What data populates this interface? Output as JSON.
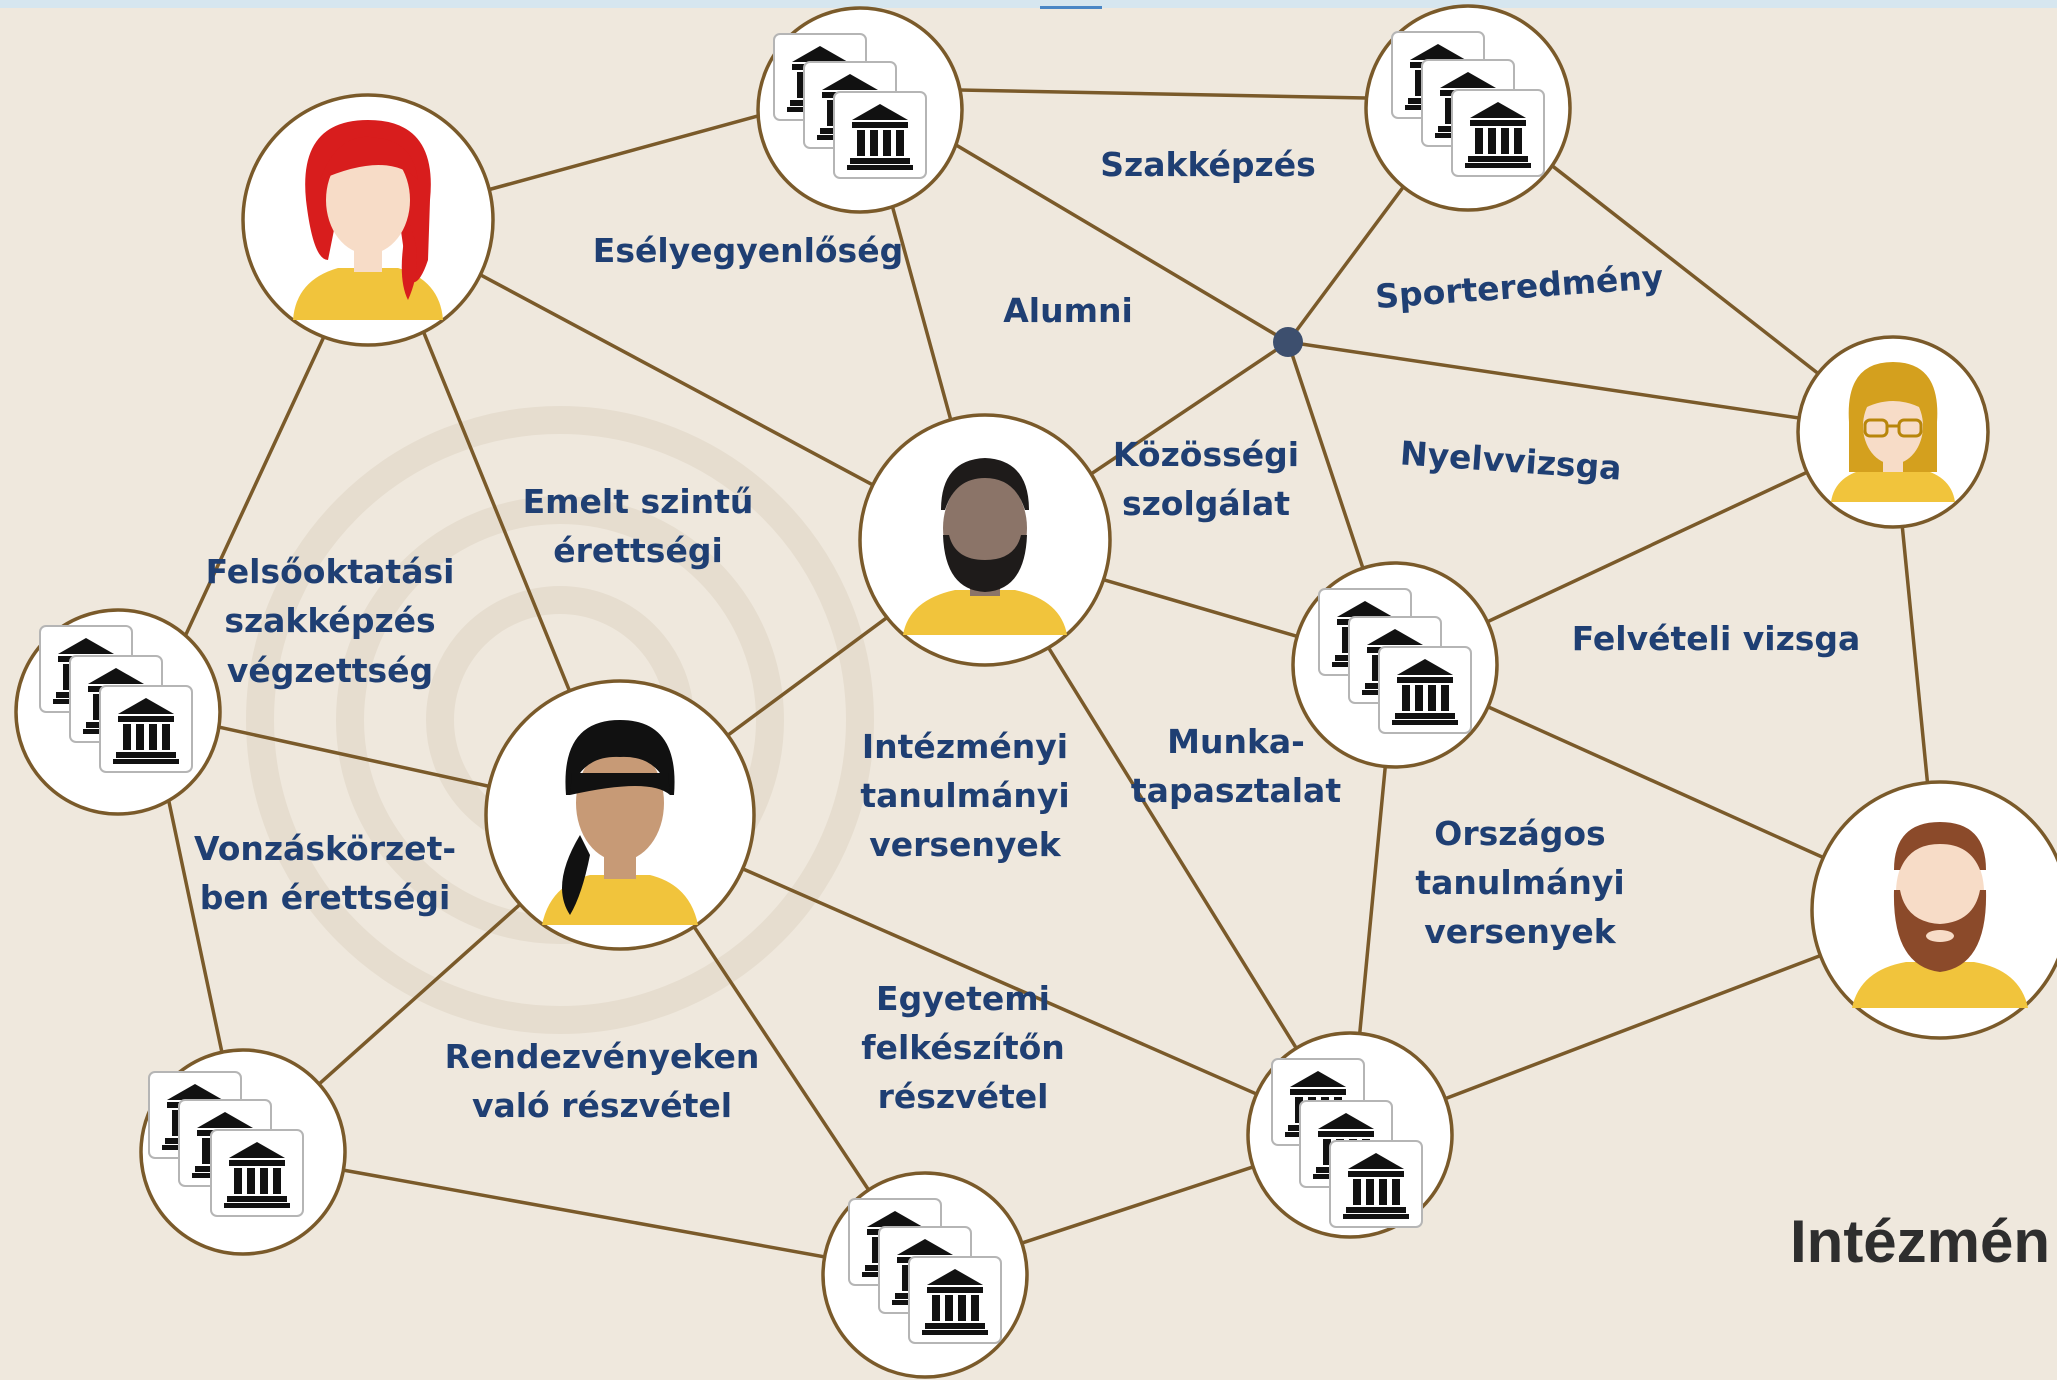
{
  "colors": {
    "background": "#efe8dd",
    "edge": "#7a5a2a",
    "node_border": "#7a5a2a",
    "node_fill": "#ffffff",
    "label": "#1f3f73",
    "hub_dot": "#3d4f6e",
    "shirt": "#f1c43c"
  },
  "labels": {
    "eselyegyenloseg": "Esélyegyenlőség",
    "szakkepzes": "Szakképzés",
    "alumni": "Alumni",
    "sporteredmeny": "Sporteredmény",
    "kozossegi_1": "Közösségi",
    "kozossegi_2": "szolgálat",
    "nyelvvizsga": "Nyelvvizsga",
    "emelt_1": "Emelt szintű",
    "emelt_2": "érettségi",
    "felsooktatasi_1": "Felsőoktatási",
    "felsooktatasi_2": "szakképzés",
    "felsooktatasi_3": "végzettség",
    "felveteli": "Felvételi vizsga",
    "intezmenyi_1": "Intézményi",
    "intezmenyi_2": "tanulmányi",
    "intezmenyi_3": "versenyek",
    "munka_1": "Munka-",
    "munka_2": "tapasztalat",
    "vonzaskorzet_1": "Vonzáskörzet-",
    "vonzaskorzet_2": "ben érettségi",
    "orszagos_1": "Országos",
    "orszagos_2": "tanulmányi",
    "orszagos_3": "versenyek",
    "egyetemi_1": "Egyetemi",
    "egyetemi_2": "felkészítőn",
    "egyetemi_3": "részvétel",
    "rendezveny_1": "Rendezvényeken",
    "rendezveny_2": "való részvétel"
  },
  "corner_title": "Intézmén",
  "icons": {
    "institution": "institution-building-icon",
    "person_red_hair": "person-red-hair-icon",
    "person_dark_beard": "person-dark-skin-beard-icon",
    "person_blonde_glasses": "person-blonde-glasses-icon",
    "person_black_ponytail": "person-black-ponytail-icon",
    "person_brown_beard": "person-brown-beard-icon",
    "hub": "hub-dot-icon"
  }
}
